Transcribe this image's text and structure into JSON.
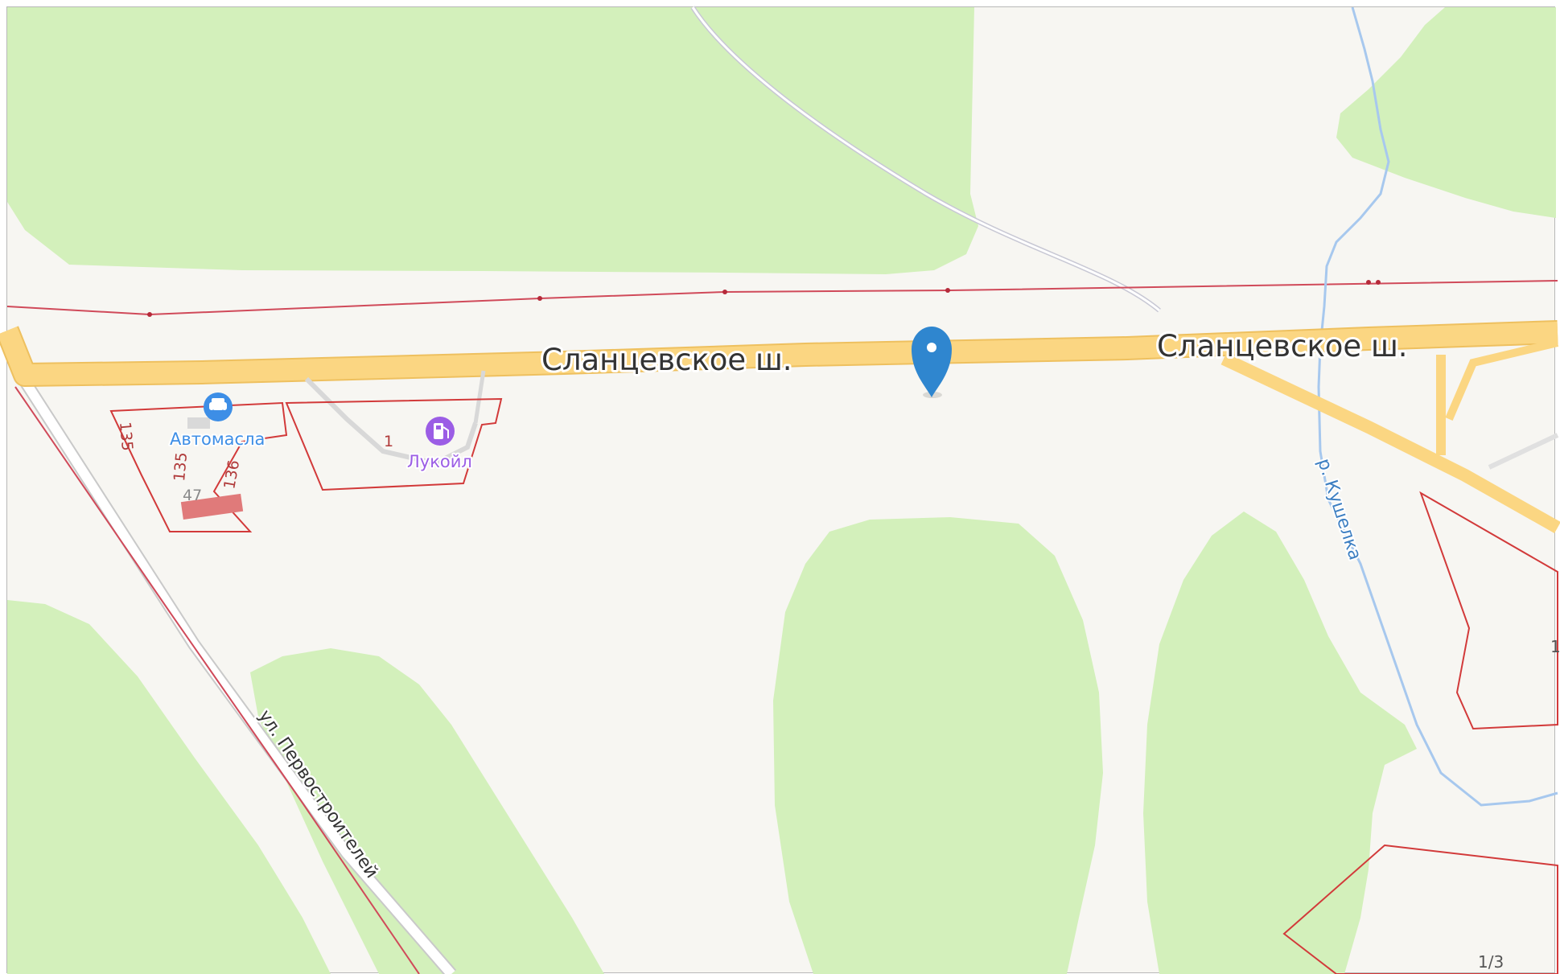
{
  "map": {
    "roads": {
      "highway_label_left": "Сланцевское ш.",
      "highway_label_right": "Сланцевское ш.",
      "street_label": "ул. Первостроителей"
    },
    "river": {
      "label": "р. Кушелка"
    },
    "pois": [
      {
        "label": "Автомасла",
        "icon": "car-service-icon",
        "color": "#3d8ee6"
      },
      {
        "label": "Лукойл",
        "icon": "fuel-station-icon",
        "color": "#9b5de5"
      }
    ],
    "parcel_numbers": [
      "135",
      "135",
      "136",
      "1",
      "1/3",
      "1"
    ],
    "building_number": "47",
    "marker": {
      "icon": "location-pin-icon",
      "color": "#2f86cf"
    },
    "colors": {
      "background": "#f7f6f2",
      "forest": "#d3f0bb",
      "highway": "#fbd682",
      "parcel_border": "#d23a3a",
      "river": "#a7c8ee"
    }
  }
}
